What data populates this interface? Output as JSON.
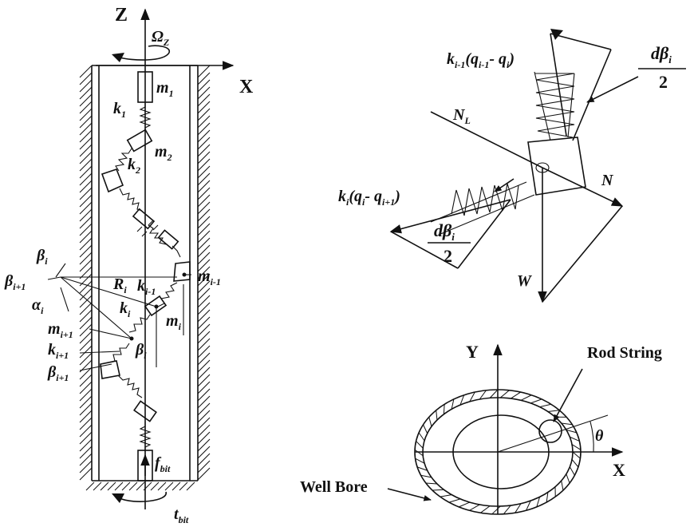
{
  "left_panel": {
    "axis_z": "Z",
    "axis_x": "X",
    "omega": "Ω",
    "omega_sub": "Z",
    "labels": {
      "m1": {
        "main": "m",
        "sub": "1"
      },
      "k1": {
        "main": "k",
        "sub": "1"
      },
      "m2": {
        "main": "m",
        "sub": "2"
      },
      "k2": {
        "main": "k",
        "sub": "2"
      },
      "mi_1": {
        "main": "m",
        "sub": "i-1"
      },
      "Ri": {
        "main": "R",
        "sub": "i"
      },
      "ki_1": {
        "main": "k",
        "sub": "i-1"
      },
      "ki": {
        "main": "k",
        "sub": "i"
      },
      "mi": {
        "main": "m",
        "sub": "i"
      },
      "beta_i_top": {
        "main": "β",
        "sub": "i"
      },
      "beta_i1_top": {
        "main": "β",
        "sub": "i+1"
      },
      "alpha_i": {
        "main": "α",
        "sub": "i"
      },
      "mi1": {
        "main": "m",
        "sub": "i+1"
      },
      "ki1": {
        "main": "k",
        "sub": "i+1"
      },
      "beta_i_mid": {
        "main": "β",
        "sub": "i"
      },
      "beta_i1_low": {
        "main": "β",
        "sub": "i+1"
      },
      "fbit": {
        "main": "f",
        "sub": "bit"
      },
      "tbit": {
        "main": "t",
        "sub": "bit"
      }
    }
  },
  "force_panel": {
    "upper_spring": {
      "k": "k",
      "k_sub": "i-1",
      "open": "(q",
      "q1_sub": "i-1",
      "mid": "- q",
      "q2_sub": "i",
      "close": ")"
    },
    "lower_spring": {
      "k": "k",
      "k_sub": "i",
      "open": "(q",
      "q1_sub": "i",
      "mid": "- q",
      "q2_sub": "i+1",
      "close": ")"
    },
    "dbeta_num": "dβ",
    "dbeta_sub": "i",
    "dbeta_den": "2",
    "NL": {
      "main": "N",
      "sub": "L"
    },
    "N": "N",
    "W": "W"
  },
  "cross_section": {
    "axis_y": "Y",
    "axis_x": "X",
    "theta": "θ",
    "rod_string": "Rod String",
    "well_bore": "Well Bore"
  }
}
